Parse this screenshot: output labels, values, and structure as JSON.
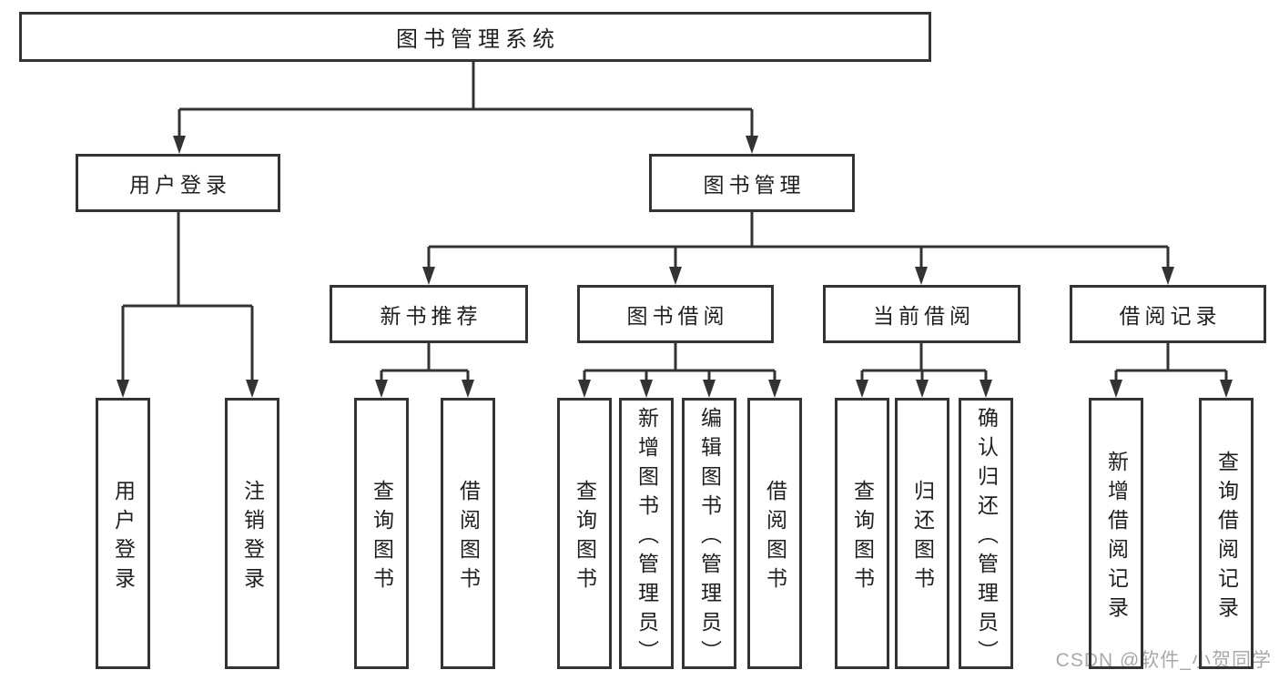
{
  "nodes": {
    "root": {
      "label": "图书管理系统"
    },
    "level2": [
      {
        "label": "用户登录"
      },
      {
        "label": "图书管理"
      }
    ],
    "level3": [
      {
        "label": "新书推荐",
        "parent": "图书管理"
      },
      {
        "label": "图书借阅",
        "parent": "图书管理"
      },
      {
        "label": "当前借阅",
        "parent": "图书管理"
      },
      {
        "label": "借阅记录",
        "parent": "图书管理"
      }
    ],
    "leaves": [
      {
        "label": "用户登录",
        "parent": "用户登录"
      },
      {
        "label": "注销登录",
        "parent": "用户登录"
      },
      {
        "label": "查询图书",
        "parent": "新书推荐"
      },
      {
        "label": "借阅图书",
        "parent": "新书推荐"
      },
      {
        "label": "查询图书",
        "parent": "图书借阅"
      },
      {
        "label": "新增图书（管理员）",
        "parent": "图书借阅"
      },
      {
        "label": "编辑图书（管理员）",
        "parent": "图书借阅"
      },
      {
        "label": "借阅图书",
        "parent": "图书借阅"
      },
      {
        "label": "查询图书",
        "parent": "当前借阅"
      },
      {
        "label": "归还图书",
        "parent": "当前借阅"
      },
      {
        "label": "确认归还（管理员）",
        "parent": "当前借阅"
      },
      {
        "label": "新增借阅记录",
        "parent": "借阅记录"
      },
      {
        "label": "查询借阅记录",
        "parent": "借阅记录"
      }
    ]
  },
  "watermark": {
    "text": "CSDN @软件_小贺同学"
  },
  "colors": {
    "line": "#333333",
    "text": "#1f1f1f",
    "background": "#ffffff",
    "watermark": "#a8a8a8"
  }
}
